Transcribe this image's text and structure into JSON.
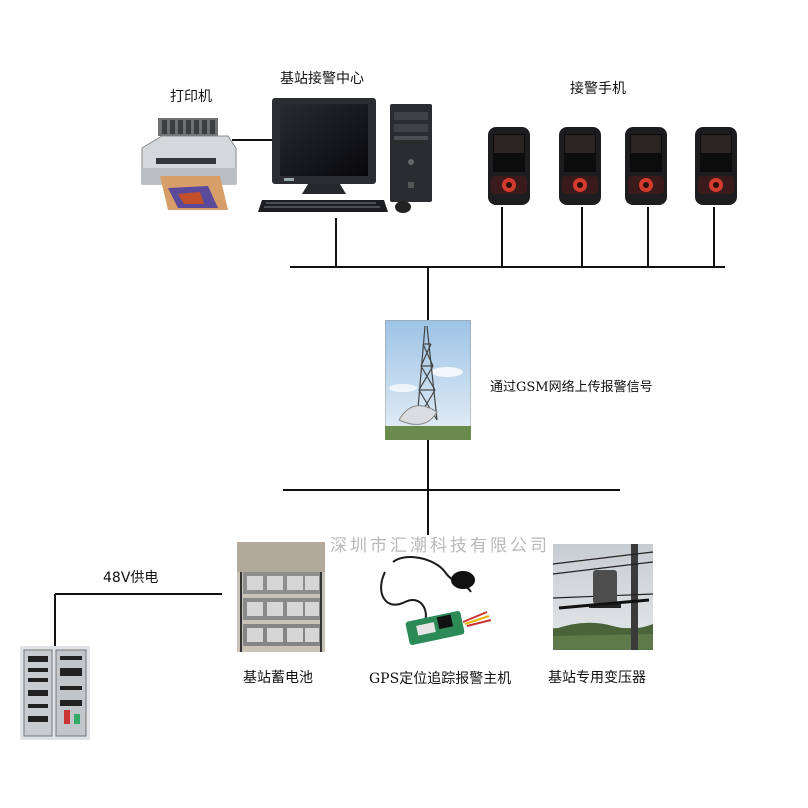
{
  "labels": {
    "printer": "打印机",
    "center": "基站接警中心",
    "phones": "接警手机",
    "gsm": "通过GSM网络上传报警信号",
    "power": "48V供电",
    "battery": "基站蓄电池",
    "gps": "GPS定位追踪报警主机",
    "transformer": "基站专用变压器"
  },
  "watermark": "深圳市汇潮科技有限公司",
  "colors": {
    "line": "#111111",
    "watermark": "#b9b9b9"
  }
}
